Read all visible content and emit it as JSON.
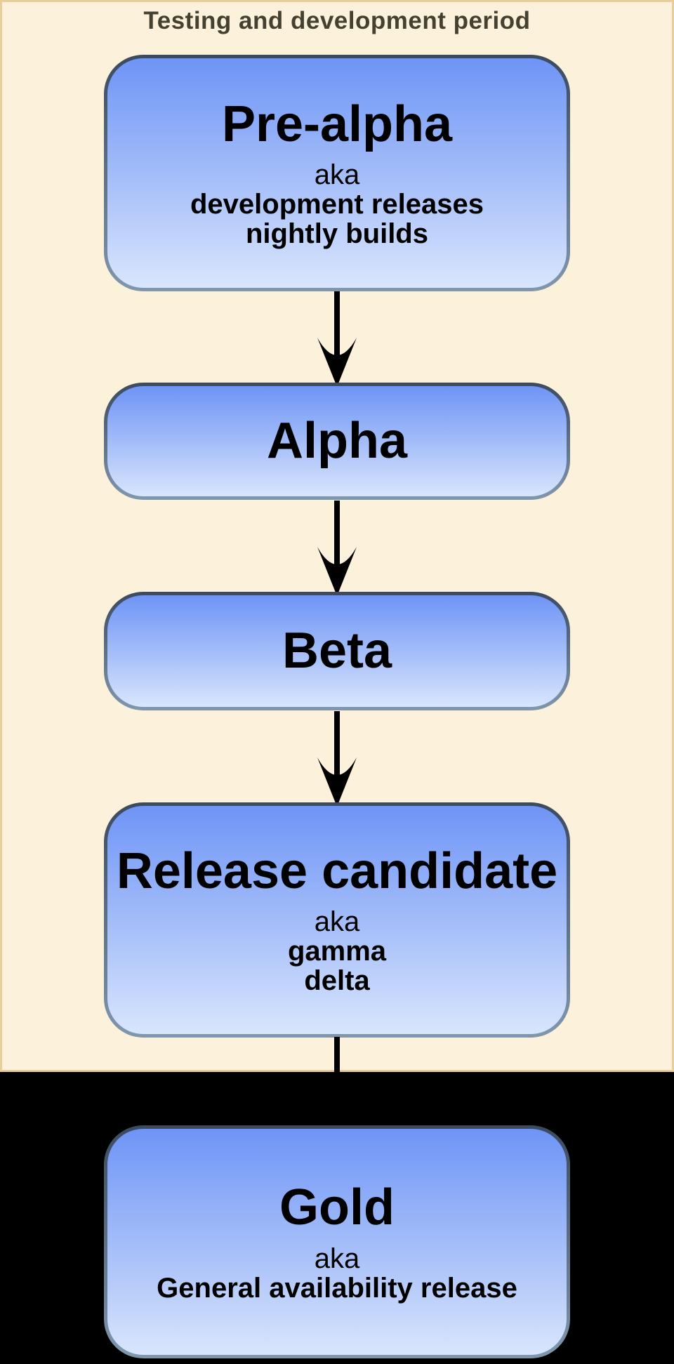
{
  "period": {
    "title": "Testing and development period"
  },
  "stages": [
    {
      "id": "pre-alpha",
      "title": "Pre-alpha",
      "subtitle": [
        "aka",
        "development releases",
        "nightly builds"
      ]
    },
    {
      "id": "alpha",
      "title": "Alpha",
      "subtitle": []
    },
    {
      "id": "beta",
      "title": "Beta",
      "subtitle": []
    },
    {
      "id": "release-candidate",
      "title": "Release candidate",
      "subtitle": [
        "aka",
        "gamma",
        "delta"
      ]
    },
    {
      "id": "gold",
      "title": "Gold",
      "subtitle": [
        "aka",
        "General availability release"
      ]
    }
  ],
  "icons": {
    "connector": "arrow-down-icon"
  },
  "colors": {
    "panel_background": "#FCF1DB",
    "panel_border": "#E7CF9D",
    "panel_title_text": "#454130",
    "outside_background": "#000000",
    "box_fill_top": "#6E94F6",
    "box_fill_bottom": "#D8E5FC",
    "box_border_top": "#3C4A5F",
    "box_border_bottom": "#8097AD",
    "box_text": "#000000",
    "arrow": "#000000"
  }
}
